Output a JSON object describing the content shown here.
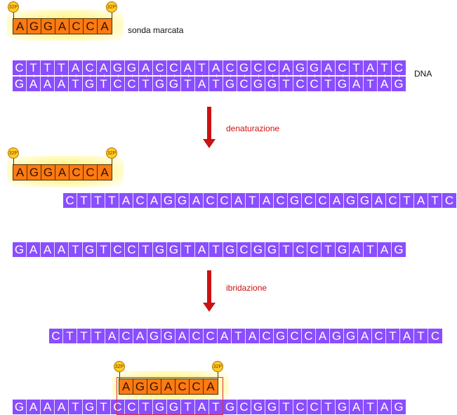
{
  "probe": {
    "sequence": "AGGACCA",
    "label": "sonda marcata",
    "isotope_label": "32P"
  },
  "dna": {
    "top_strand": "CTTTACAGGACCATACGCCAGGACTATC",
    "bottom_strand": "GAAATGTCCTGGTATGCGGTCCTGATAG",
    "label": "DNA"
  },
  "steps": {
    "step1_label": "denaturazione",
    "step2_label": "ibridazione"
  },
  "hybrid": {
    "binding_start_index": 6,
    "binding_length": 8
  },
  "colors": {
    "dna": "#8a4dff",
    "probe": "#ff7a10",
    "arrow": "#cc1111",
    "highlight_box": "#e03030"
  }
}
